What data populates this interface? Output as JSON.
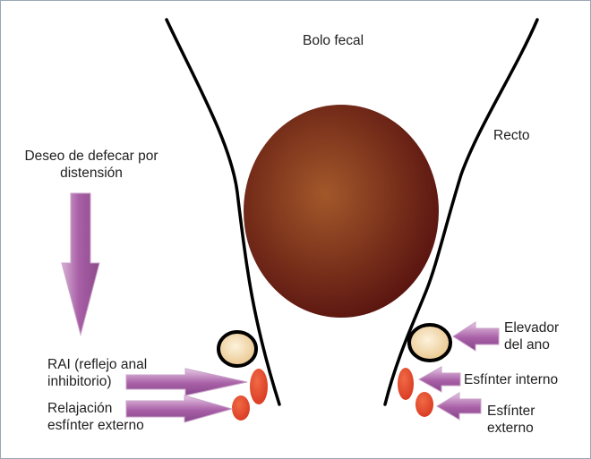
{
  "colors": {
    "bolus_center": "#a3582a",
    "bolus_edge": "#5a1410",
    "wall": "#000000",
    "arrow_fill": "#a85fa6",
    "arrow_light": "#e6c8e4",
    "sphincter": "#e2472a",
    "levator_fill": "#e9c48a",
    "levator_light": "#fcf2dc"
  },
  "labels": {
    "bolo_fecal": "Bolo fecal",
    "recto": "Recto",
    "deseo": "Deseo de defecar por\ndistensión",
    "rai": "RAI (reflejo anal\ninhibitorio)",
    "relajacion": "Relajación\nesfínter externo",
    "elevador": "Elevador\ndel ano",
    "esfinter_interno": "Esfínter interno",
    "esfinter_externo": "Esfínter\nexterno"
  }
}
